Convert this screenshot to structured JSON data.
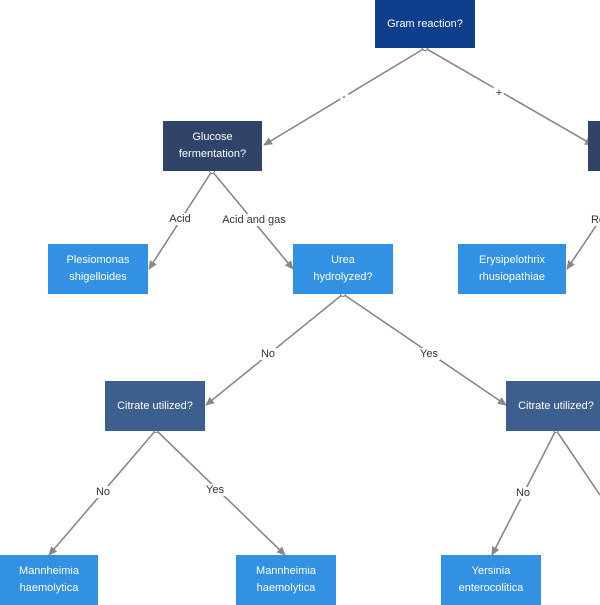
{
  "nodes": {
    "gram": "Gram reaction?",
    "glucose": "Glucose\nfermentation?",
    "right_q": "",
    "plesiomonas": "Plesiomonas\nshigelloides",
    "urea": "Urea\nhydrolyzed?",
    "erysipelothrix": "Erysipelothrix\nrhusiopathiae",
    "citrate_left": "Citrate utilized?",
    "citrate_right": "Citrate utilized?",
    "mannheimia_1": "Mannheimia\nhaemolytica",
    "mannheimia_2": "Mannheimia\nhaemolytica",
    "yersinia": "Yersinia\nenterocolitica"
  },
  "edges": {
    "gram_neg": "-",
    "gram_pos": "+",
    "acid": "Acid",
    "acid_gas": "Acid and gas",
    "ro_partial": "Ro",
    "urea_no": "No",
    "urea_yes": "Yes",
    "cit_left_no": "No",
    "cit_left_yes": "Yes",
    "cit_right_no": "No"
  },
  "colors": {
    "root": "#0d3f8c",
    "question_dark": "#2f4468",
    "question_mid": "#3c5f8d",
    "leaf": "#3291e2",
    "edge": "#888888"
  }
}
